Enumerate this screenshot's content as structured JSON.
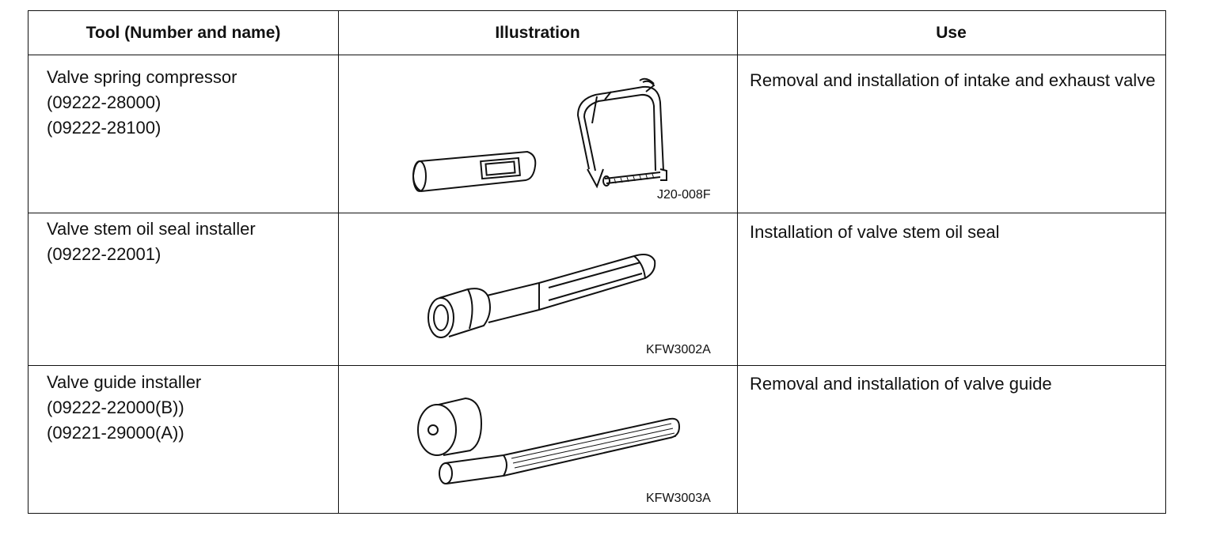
{
  "headers": {
    "tool": "Tool (Number and name)",
    "illustration": "Illustration",
    "use": "Use"
  },
  "rows": [
    {
      "name": "Valve spring compressor",
      "numbers": [
        "(09222-28000)",
        "(09222-28100)"
      ],
      "figure_code": "J20-008F",
      "use": "Removal and installation of intake and exhaust valve"
    },
    {
      "name": "Valve stem oil seal installer",
      "numbers": [
        "(09222-22001)"
      ],
      "figure_code": "KFW3002A",
      "use": "Installation of valve stem oil seal"
    },
    {
      "name": "Valve guide installer",
      "numbers": [
        "(09222-22000(B))",
        "(09221-29000(A))"
      ],
      "figure_code": "KFW3003A",
      "use": "Removal and installation of valve guide"
    }
  ]
}
